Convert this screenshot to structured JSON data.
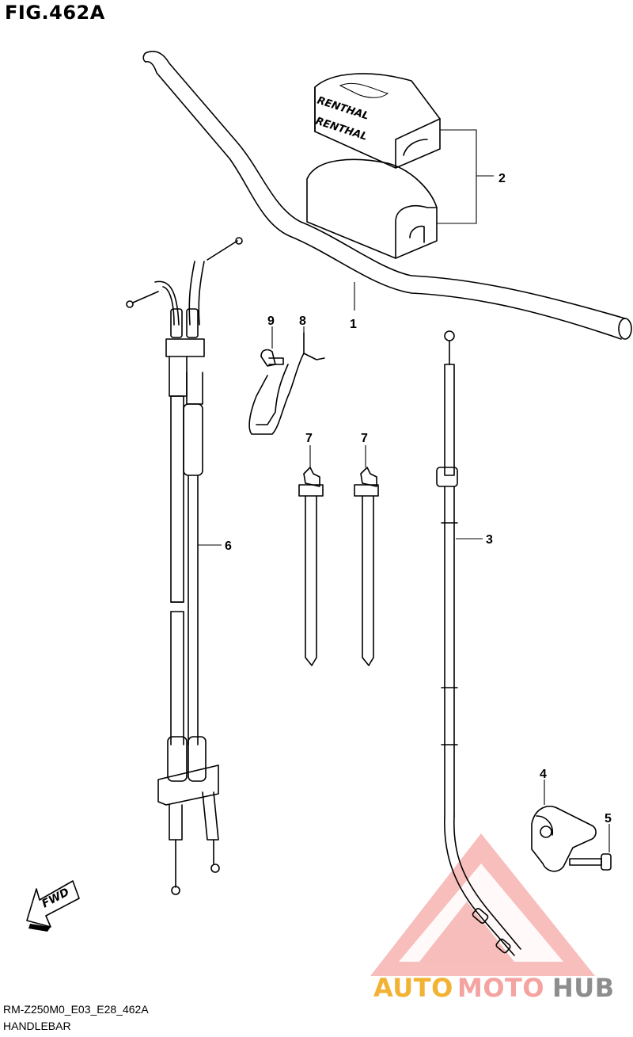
{
  "figure": {
    "title": "FIG.462A",
    "code": "RM-Z250M0_E03_E28_462A",
    "subtitle": "HANDLEBAR"
  },
  "callouts": [
    {
      "id": "1",
      "label": "1"
    },
    {
      "id": "2",
      "label": "2"
    },
    {
      "id": "3",
      "label": "3"
    },
    {
      "id": "4",
      "label": "4"
    },
    {
      "id": "5",
      "label": "5"
    },
    {
      "id": "6",
      "label": "6"
    },
    {
      "id": "7a",
      "label": "7"
    },
    {
      "id": "7b",
      "label": "7"
    },
    {
      "id": "8",
      "label": "8"
    },
    {
      "id": "9",
      "label": "9"
    }
  ],
  "pad_brand": "RENTHAL",
  "direction_arrow": {
    "label": "FWD"
  },
  "watermark": {
    "part1": "AUTO",
    "part2": "MOTO",
    "part3": "HUB",
    "color_main": "#f4a3a0",
    "color_accent": "#f2b233",
    "color_dark": "#8d8d8d"
  }
}
